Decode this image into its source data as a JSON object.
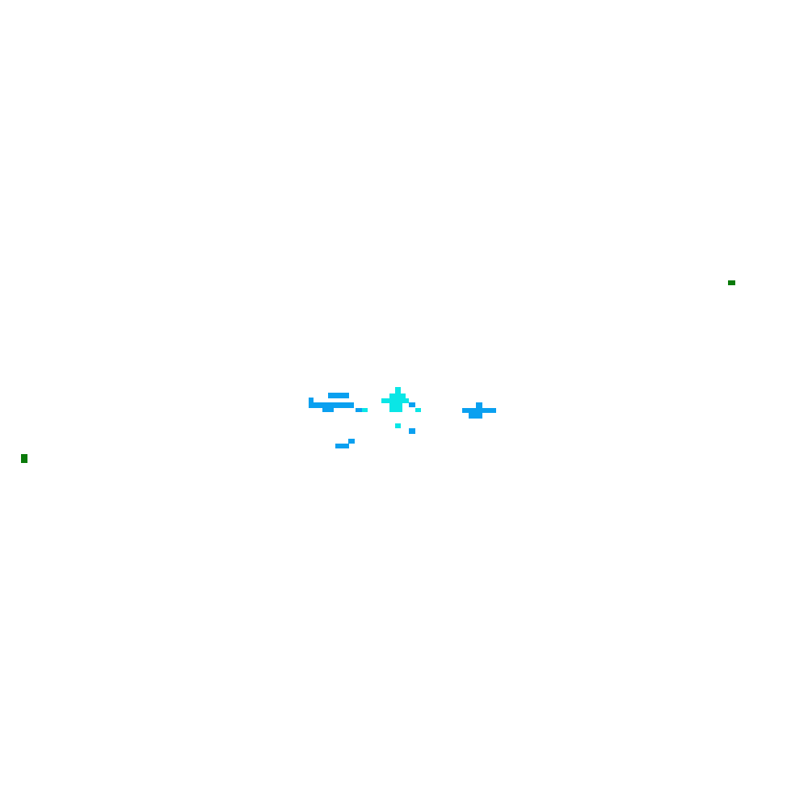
{
  "map": {
    "background": "#ffffff",
    "layers": [
      {
        "name": "precipitation-light",
        "color": "#0aa0f0"
      },
      {
        "name": "precipitation-moderate",
        "color": "#0ae6e6"
      },
      {
        "name": "marker",
        "color": "#0a7a0a"
      }
    ]
  }
}
